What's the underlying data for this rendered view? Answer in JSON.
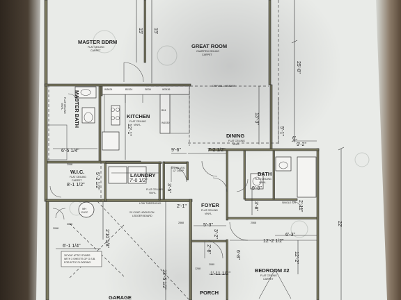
{
  "rooms": {
    "master_bdrm": {
      "name": "MASTER BDRM",
      "note1": "FLAT CEILING",
      "note2": "CARPET"
    },
    "great_room": {
      "name": "GREAT ROOM",
      "note1": "CAMPFEN CEILING",
      "note2": "CARPET"
    },
    "master_bath": {
      "name": "MASTER BATH",
      "note1": "FLAT CEILING",
      "note2": "VINYL"
    },
    "kitchen": {
      "name": "KITCHEN",
      "note1": "FLAT CEILING",
      "note2": "VINYL"
    },
    "dining": {
      "name": "DINING",
      "note1": "FLAT CEILING",
      "note2": "VINYL"
    },
    "wic": {
      "name": "W.I.C.",
      "note1": "FLAT CEILING",
      "note2": "CARPET"
    },
    "laundry": {
      "name": "LAUNDRY",
      "note1": "FLAT CEILING",
      "note2": "VINYL"
    },
    "bath": {
      "name": "BATH",
      "note1": "FLAT CEILING",
      "note2": "VINYL"
    },
    "foyer": {
      "name": "FOYER",
      "note1": "FLAT CEILING",
      "note2": "VINYL"
    },
    "bedroom2": {
      "name": "BEDROOM #2",
      "note1": "FLAT CEILING",
      "note2": "CARPET"
    },
    "porch": {
      "name": "PORCH"
    },
    "garage": {
      "name": "GARAGE"
    }
  },
  "notes": {
    "drywall_header": "DRYWALL HEADER",
    "shelves": "5 SHELVES",
    "shelves_deep": "12\" DEEP",
    "single_sh": "SINGLE S/H",
    "low_threshold": "LOW THRESHOLD",
    "ledger": "2X COAT HOOKS ON",
    "ledger2": "LEDGER BOARD",
    "wh": "WH",
    "wh_sub": "ELEC",
    "attic1": "30\"X54\" ATTIC STAIRS",
    "attic2": "WITH 3 SHEETS OF O.S.B.",
    "attic3": "FOR ATTIC FLOORING",
    "cab_labels": [
      "W3624",
      "B1524",
      "SB36",
      "W2436",
      "B24",
      "W1530"
    ]
  },
  "dimensions": {
    "d15a": "15'",
    "d15b": "15'",
    "d25_8": "25'-8\"",
    "d13_3": "13'-3\"",
    "d12_1": "12'-1\"",
    "d5_1": "5'-1\"",
    "d6": "6'",
    "d9_2": "9'-2\"",
    "d6_5_14": "6'-5 1/4\"",
    "d9_6": "9'-6\"",
    "d7_2_12": "7'-2 1/2\"",
    "d8_1_12": "8'-1 1/2\"",
    "d7_0_12": "7'-0 1/2\"",
    "d5_2_12": "5'-2 1/2\"",
    "d3_5": "3'-5\"",
    "d9_8": "9'-8\"",
    "d3_8": "3'-8\"",
    "d2_11": "2'-11\"",
    "d2_1": "2'-1\"",
    "d5_3": "5'-3\"",
    "d6_3": "6'-3\"",
    "d12_2_12": "12'-2 1/2\"",
    "d12_2": "12'-2\"",
    "d22": "22'",
    "d6_1_14": "6'-1 1/4\"",
    "d2_10_18": "2'10 1/8\"",
    "d23_5_12": "23'-5 1/2\"",
    "d1_11_12": "1'-11 1/2\"",
    "d2_8": "2'-8\"",
    "d3_2": "3'-2\"",
    "d6_8": "6'-8\""
  },
  "sizes": {
    "s2068a": "2068",
    "s2068b": "2068",
    "s3068": "3068",
    "s2868": "2868",
    "s1268": "1268",
    "s2068c": "2068",
    "s3080": "3080"
  }
}
